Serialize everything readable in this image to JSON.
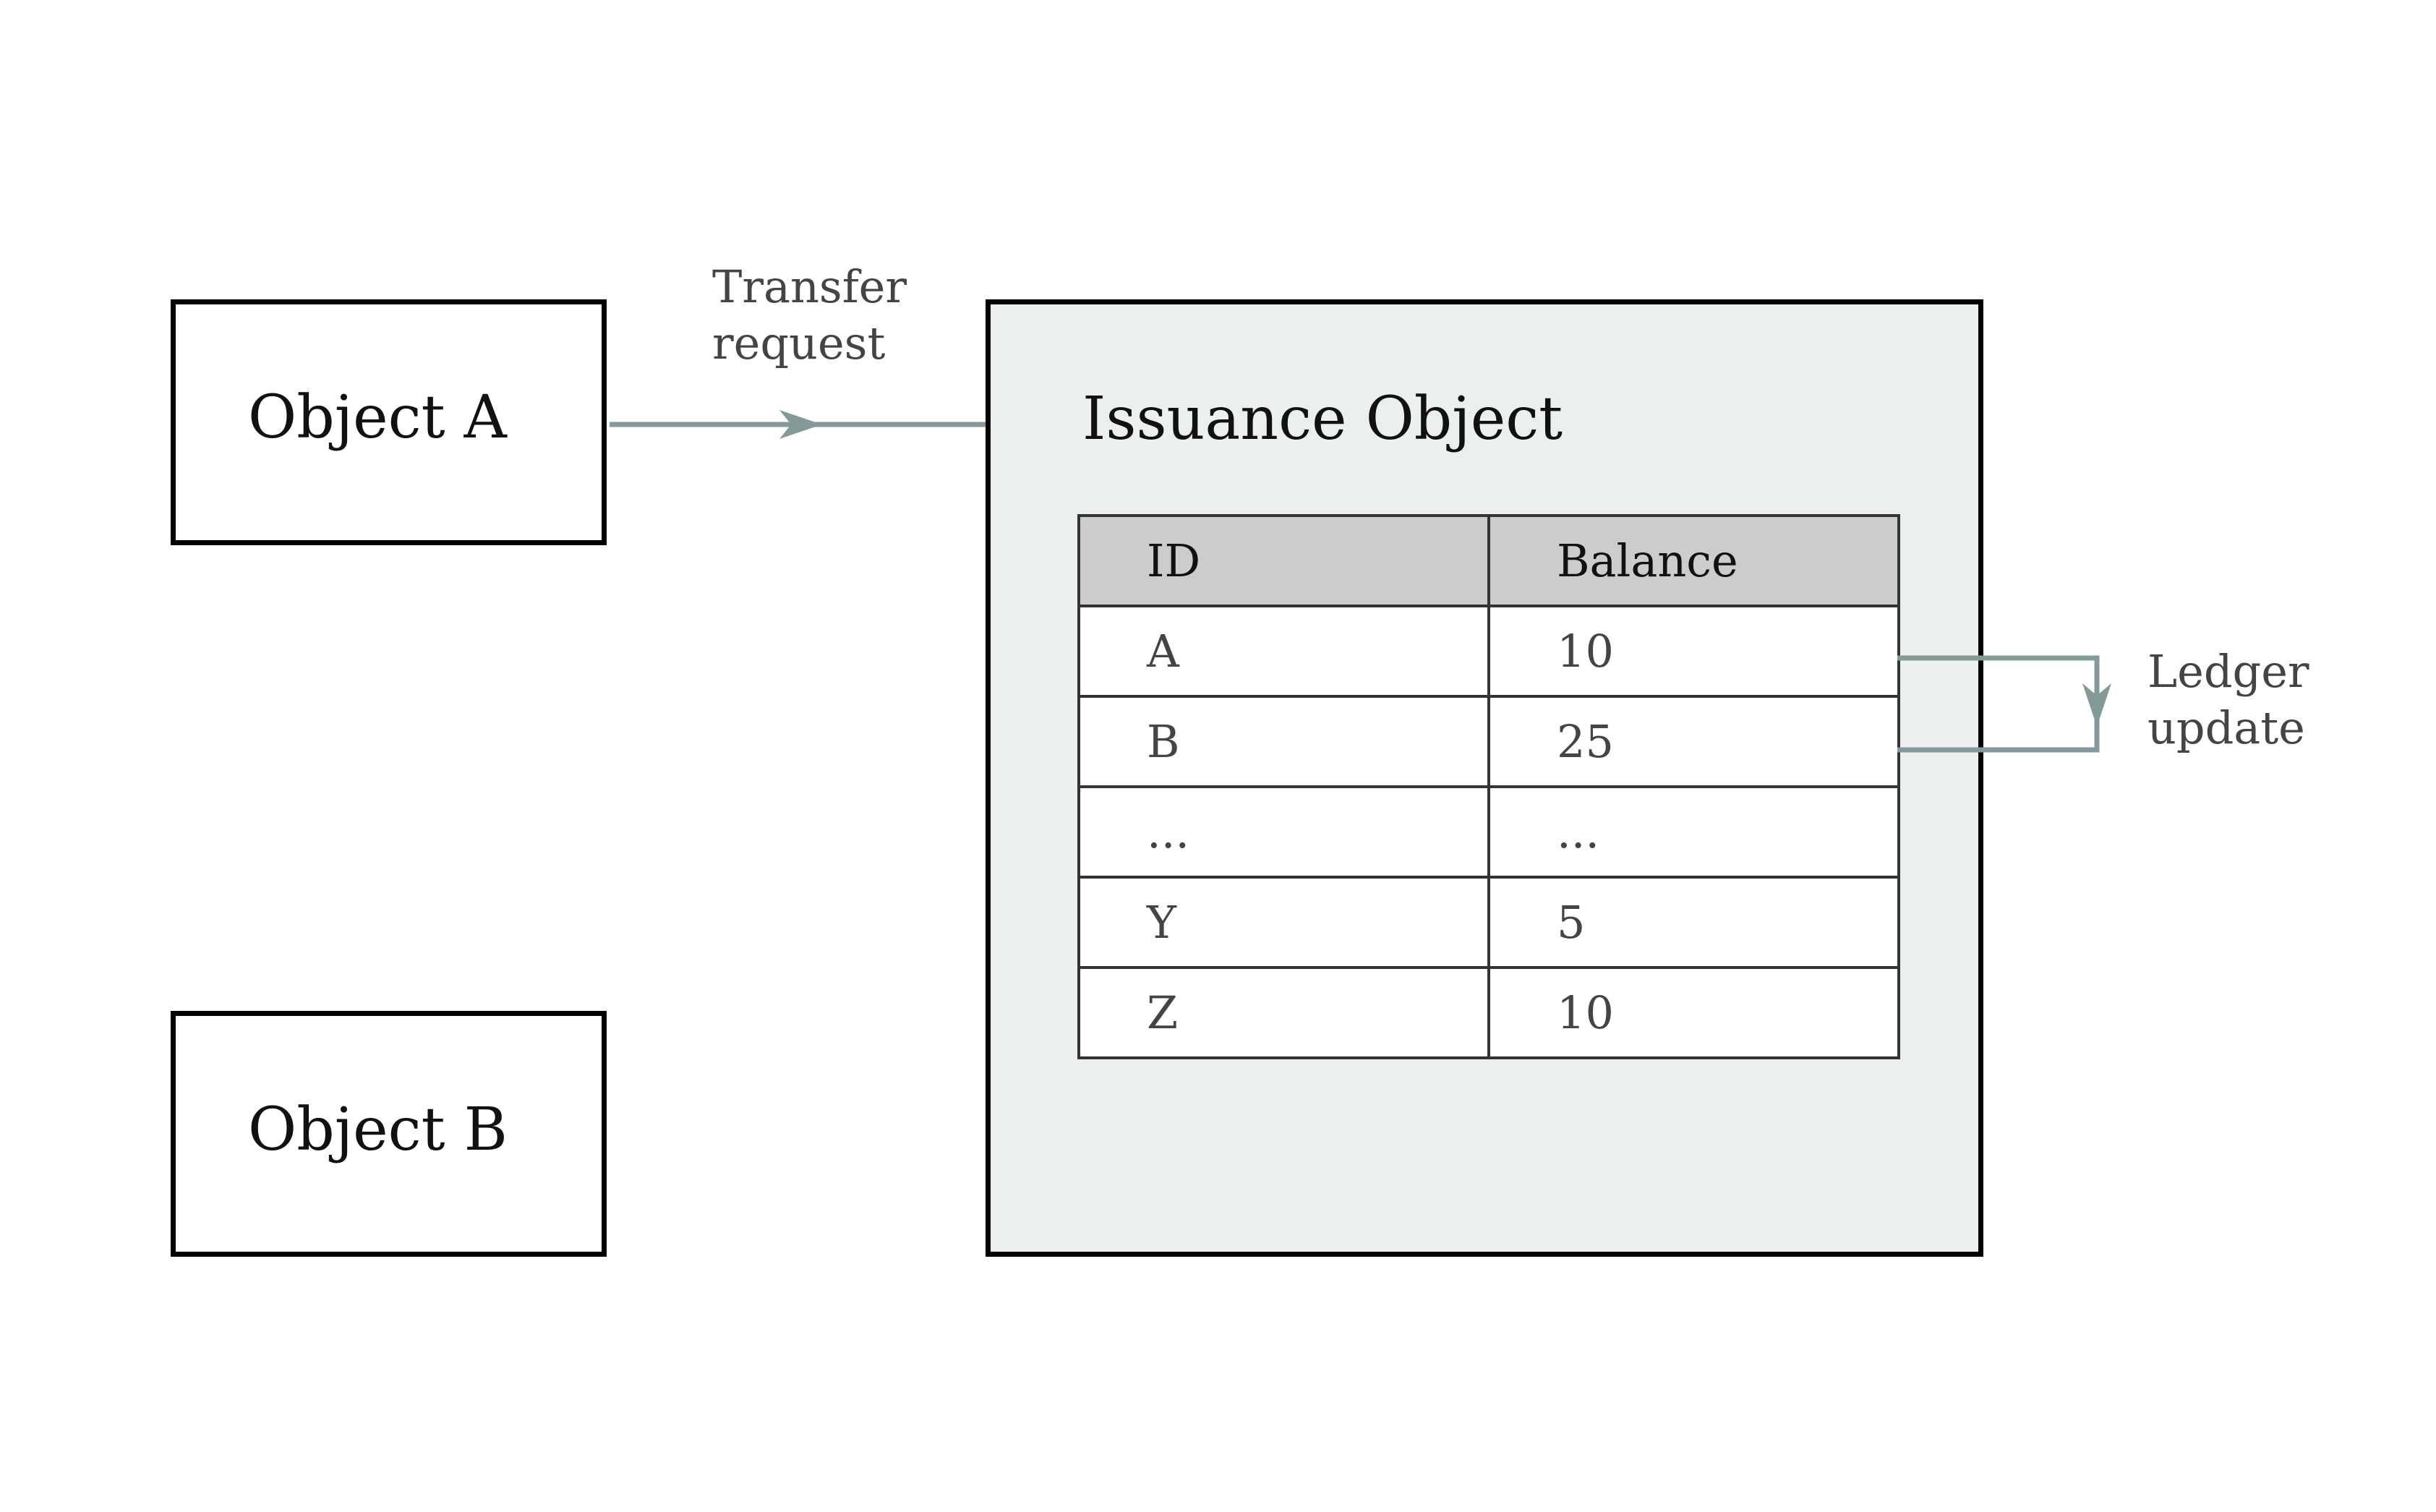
{
  "colors": {
    "connector": "#839a98",
    "issuance_fill": "#ebf0ef",
    "header_fill": "#cccccc"
  },
  "object_a": {
    "label": "Object A"
  },
  "object_b": {
    "label": "Object B"
  },
  "transfer": {
    "line1": "Transfer",
    "line2": "request"
  },
  "issuance": {
    "title": "Issuance Object",
    "columns": [
      "ID",
      "Balance"
    ],
    "rows": [
      {
        "id": "A",
        "balance": "10"
      },
      {
        "id": "B",
        "balance": "25"
      },
      {
        "id": "...",
        "balance": "..."
      },
      {
        "id": "Y",
        "balance": "5"
      },
      {
        "id": "Z",
        "balance": "10"
      }
    ]
  },
  "ledger_update": {
    "line1": "Ledger",
    "line2": "update"
  }
}
